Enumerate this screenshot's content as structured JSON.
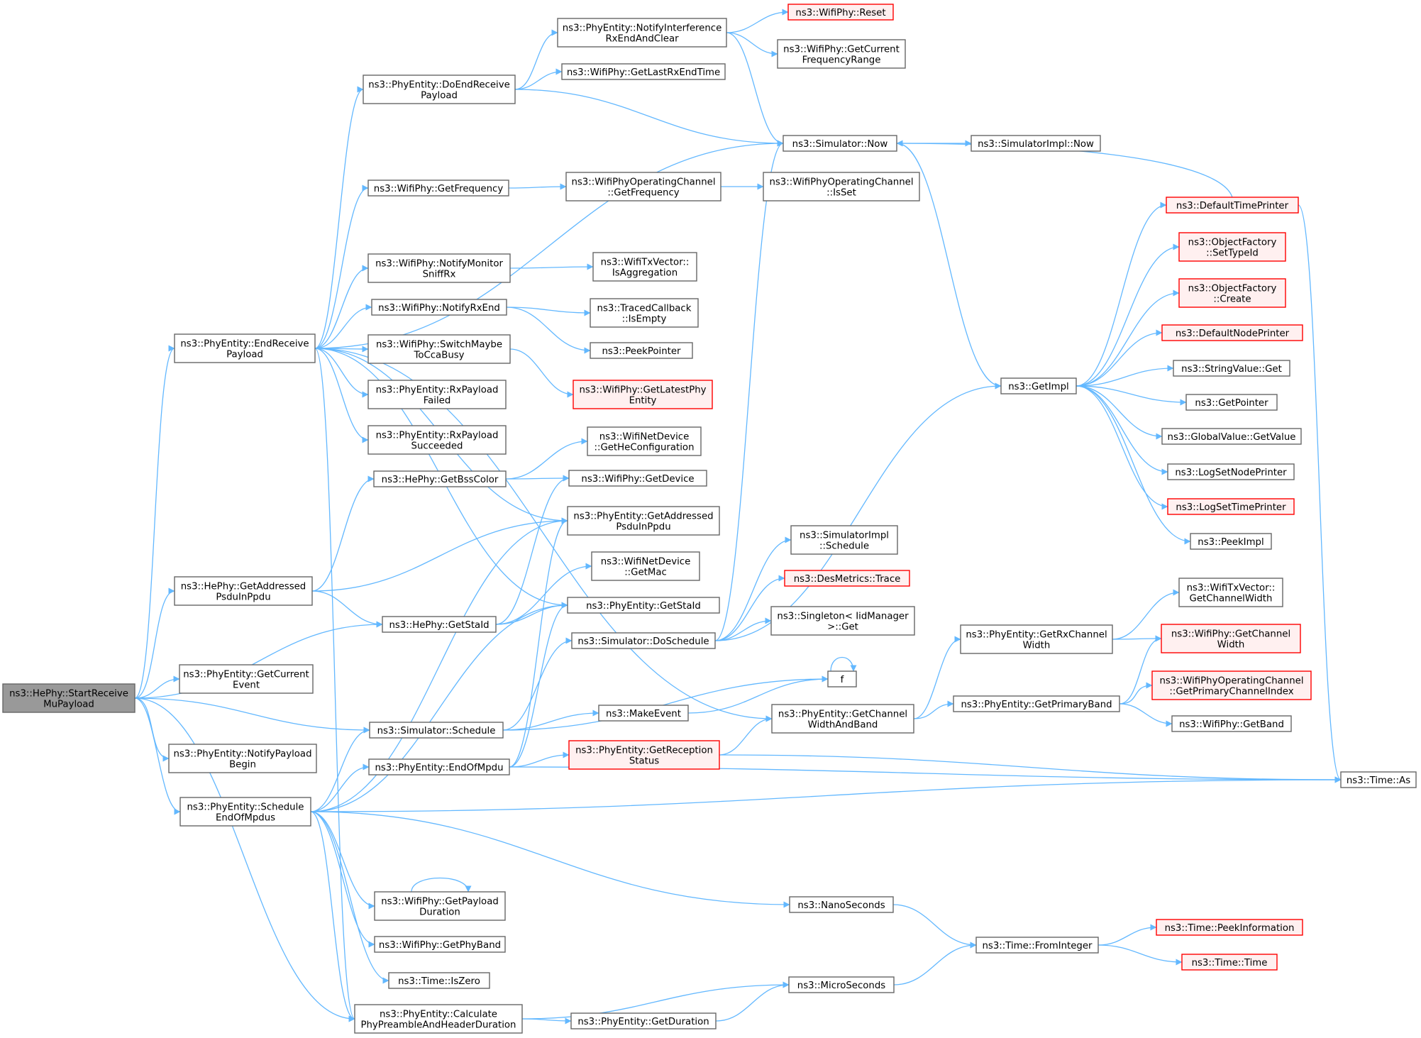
{
  "colors": {
    "edge": "#63b8ff",
    "node_border": "#666666",
    "truncated_border": "#ff0000",
    "truncated_fill": "#fff0f0",
    "root_fill": "#999999"
  },
  "nodes": [
    {
      "id": "n0",
      "lines": [
        "ns3::HePhy::StartReceive",
        "MuPayload"
      ],
      "style": "root"
    },
    {
      "id": "n1",
      "lines": [
        "ns3::PhyEntity::EndReceive",
        "Payload"
      ],
      "style": "normal"
    },
    {
      "id": "n2",
      "lines": [
        "ns3::HePhy::GetAddressed",
        "PsduInPpdu"
      ],
      "style": "normal"
    },
    {
      "id": "n3",
      "lines": [
        "ns3::HePhy::GetStaId"
      ],
      "style": "normal"
    },
    {
      "id": "n4",
      "lines": [
        "ns3::PhyEntity::GetCurrent",
        "Event"
      ],
      "style": "normal"
    },
    {
      "id": "n5",
      "lines": [
        "ns3::Simulator::Schedule"
      ],
      "style": "normal"
    },
    {
      "id": "n6",
      "lines": [
        "ns3::PhyEntity::NotifyPayload",
        "Begin"
      ],
      "style": "normal"
    },
    {
      "id": "n7",
      "lines": [
        "ns3::PhyEntity::Schedule",
        "EndOfMpdus"
      ],
      "style": "normal"
    },
    {
      "id": "n8",
      "lines": [
        "ns3::PhyEntity::Calculate",
        "PhyPreambleAndHeaderDuration"
      ],
      "style": "normal"
    },
    {
      "id": "n9",
      "lines": [
        "ns3::PhyEntity::DoEndReceive",
        "Payload"
      ],
      "style": "normal"
    },
    {
      "id": "n10",
      "lines": [
        "ns3::WifiPhy::GetFrequency"
      ],
      "style": "normal"
    },
    {
      "id": "n11",
      "lines": [
        "ns3::WifiPhy::NotifyMonitor",
        "SniffRx"
      ],
      "style": "normal"
    },
    {
      "id": "n12",
      "lines": [
        "ns3::WifiPhy::NotifyRxEnd"
      ],
      "style": "normal"
    },
    {
      "id": "n13",
      "lines": [
        "ns3::WifiPhy::SwitchMaybe",
        "ToCcaBusy"
      ],
      "style": "normal"
    },
    {
      "id": "n14",
      "lines": [
        "ns3::PhyEntity::RxPayload",
        "Failed"
      ],
      "style": "normal"
    },
    {
      "id": "n15",
      "lines": [
        "ns3::PhyEntity::RxPayload",
        "Succeeded"
      ],
      "style": "normal"
    },
    {
      "id": "n16",
      "lines": [
        "ns3::HePhy::GetBssColor"
      ],
      "style": "normal"
    },
    {
      "id": "n17",
      "lines": [
        "ns3::PhyEntity::EndOfMpdu"
      ],
      "style": "normal"
    },
    {
      "id": "n18",
      "lines": [
        "ns3::WifiPhy::GetPayload",
        "Duration"
      ],
      "style": "normal"
    },
    {
      "id": "n19",
      "lines": [
        "ns3::WifiPhy::GetPhyBand"
      ],
      "style": "normal"
    },
    {
      "id": "n20",
      "lines": [
        "ns3::Time::IsZero"
      ],
      "style": "normal"
    },
    {
      "id": "n21",
      "lines": [
        "ns3::PhyEntity::NotifyInterference",
        "RxEndAndClear"
      ],
      "style": "normal"
    },
    {
      "id": "n22",
      "lines": [
        "ns3::WifiPhy::GetLastRxEndTime"
      ],
      "style": "normal"
    },
    {
      "id": "n23",
      "lines": [
        "ns3::WifiPhyOperatingChannel",
        "::GetFrequency"
      ],
      "style": "normal"
    },
    {
      "id": "n24",
      "lines": [
        "ns3::WifiTxVector::",
        "IsAggregation"
      ],
      "style": "normal"
    },
    {
      "id": "n25",
      "lines": [
        "ns3::TracedCallback",
        "::IsEmpty"
      ],
      "style": "normal"
    },
    {
      "id": "n26",
      "lines": [
        "ns3::PeekPointer"
      ],
      "style": "normal"
    },
    {
      "id": "n27",
      "lines": [
        "ns3::WifiPhy::GetLatestPhy",
        "Entity"
      ],
      "style": "trunc"
    },
    {
      "id": "n28",
      "lines": [
        "ns3::WifiNetDevice",
        "::GetHeConfiguration"
      ],
      "style": "normal"
    },
    {
      "id": "n29",
      "lines": [
        "ns3::WifiPhy::GetDevice"
      ],
      "style": "normal"
    },
    {
      "id": "n30",
      "lines": [
        "ns3::PhyEntity::GetAddressed",
        "PsduInPpdu"
      ],
      "style": "normal"
    },
    {
      "id": "n31",
      "lines": [
        "ns3::WifiNetDevice",
        "::GetMac"
      ],
      "style": "normal"
    },
    {
      "id": "n32",
      "lines": [
        "ns3::PhyEntity::GetStaId"
      ],
      "style": "normal"
    },
    {
      "id": "n33",
      "lines": [
        "ns3::Simulator::DoSchedule"
      ],
      "style": "normal"
    },
    {
      "id": "n34",
      "lines": [
        "ns3::MakeEvent"
      ],
      "style": "normal"
    },
    {
      "id": "n35",
      "lines": [
        "ns3::PhyEntity::GetReception",
        "Status"
      ],
      "style": "trunc"
    },
    {
      "id": "n36",
      "lines": [
        "ns3::PhyEntity::GetDuration"
      ],
      "style": "normal"
    },
    {
      "id": "n37",
      "lines": [
        "ns3::WifiPhy::Reset"
      ],
      "style": "trunc"
    },
    {
      "id": "n38",
      "lines": [
        "ns3::WifiPhy::GetCurrent",
        "FrequencyRange"
      ],
      "style": "normal"
    },
    {
      "id": "n39",
      "lines": [
        "ns3::Simulator::Now"
      ],
      "style": "normal"
    },
    {
      "id": "n40",
      "lines": [
        "ns3::WifiPhyOperatingChannel",
        "::IsSet"
      ],
      "style": "normal"
    },
    {
      "id": "n41",
      "lines": [
        "ns3::SimulatorImpl",
        "::Schedule"
      ],
      "style": "normal"
    },
    {
      "id": "n42",
      "lines": [
        "ns3::DesMetrics::Trace"
      ],
      "style": "trunc"
    },
    {
      "id": "n43",
      "lines": [
        "ns3::Singleton< IidManager",
        ">::Get"
      ],
      "style": "normal"
    },
    {
      "id": "n44",
      "lines": [
        "f"
      ],
      "style": "normal"
    },
    {
      "id": "n45",
      "lines": [
        "ns3::PhyEntity::GetChannel",
        "WidthAndBand"
      ],
      "style": "normal"
    },
    {
      "id": "n46",
      "lines": [
        "ns3::NanoSeconds"
      ],
      "style": "normal"
    },
    {
      "id": "n47",
      "lines": [
        "ns3::MicroSeconds"
      ],
      "style": "normal"
    },
    {
      "id": "n48",
      "lines": [
        "ns3::SimulatorImpl::Now"
      ],
      "style": "normal"
    },
    {
      "id": "n49",
      "lines": [
        "ns3::GetImpl"
      ],
      "style": "normal"
    },
    {
      "id": "n50",
      "lines": [
        "ns3::PhyEntity::GetRxChannel",
        "Width"
      ],
      "style": "normal"
    },
    {
      "id": "n51",
      "lines": [
        "ns3::PhyEntity::GetPrimaryBand"
      ],
      "style": "normal"
    },
    {
      "id": "n52",
      "lines": [
        "ns3::Time::FromInteger"
      ],
      "style": "normal"
    },
    {
      "id": "n53",
      "lines": [
        "ns3::DefaultTimePrinter"
      ],
      "style": "trunc"
    },
    {
      "id": "n54",
      "lines": [
        "ns3::ObjectFactory",
        "::SetTypeId"
      ],
      "style": "trunc"
    },
    {
      "id": "n55",
      "lines": [
        "ns3::ObjectFactory",
        "::Create"
      ],
      "style": "trunc"
    },
    {
      "id": "n56",
      "lines": [
        "ns3::DefaultNodePrinter"
      ],
      "style": "trunc"
    },
    {
      "id": "n57",
      "lines": [
        "ns3::StringValue::Get"
      ],
      "style": "normal"
    },
    {
      "id": "n58",
      "lines": [
        "ns3::GetPointer"
      ],
      "style": "normal"
    },
    {
      "id": "n59",
      "lines": [
        "ns3::GlobalValue::GetValue"
      ],
      "style": "normal"
    },
    {
      "id": "n60",
      "lines": [
        "ns3::LogSetNodePrinter"
      ],
      "style": "normal"
    },
    {
      "id": "n61",
      "lines": [
        "ns3::LogSetTimePrinter"
      ],
      "style": "trunc"
    },
    {
      "id": "n62",
      "lines": [
        "ns3::PeekImpl"
      ],
      "style": "normal"
    },
    {
      "id": "n63",
      "lines": [
        "ns3::WifiTxVector::",
        "GetChannelWidth"
      ],
      "style": "normal"
    },
    {
      "id": "n64",
      "lines": [
        "ns3::WifiPhy::GetChannel",
        "Width"
      ],
      "style": "trunc"
    },
    {
      "id": "n65",
      "lines": [
        "ns3::WifiPhyOperatingChannel",
        "::GetPrimaryChannelIndex"
      ],
      "style": "trunc"
    },
    {
      "id": "n66",
      "lines": [
        "ns3::WifiPhy::GetBand"
      ],
      "style": "normal"
    },
    {
      "id": "n67",
      "lines": [
        "ns3::Time::PeekInformation"
      ],
      "style": "trunc"
    },
    {
      "id": "n68",
      "lines": [
        "ns3::Time::Time"
      ],
      "style": "trunc"
    },
    {
      "id": "n69",
      "lines": [
        "ns3::Time::As"
      ],
      "style": "normal"
    }
  ],
  "edges": [
    [
      "n0",
      "n1"
    ],
    [
      "n0",
      "n2"
    ],
    [
      "n0",
      "n3"
    ],
    [
      "n0",
      "n4"
    ],
    [
      "n0",
      "n5"
    ],
    [
      "n0",
      "n6"
    ],
    [
      "n0",
      "n7"
    ],
    [
      "n0",
      "n8"
    ],
    [
      "n1",
      "n9"
    ],
    [
      "n1",
      "n39"
    ],
    [
      "n1",
      "n10"
    ],
    [
      "n1",
      "n45"
    ],
    [
      "n1",
      "n11"
    ],
    [
      "n1",
      "n12"
    ],
    [
      "n1",
      "n13"
    ],
    [
      "n1",
      "n14"
    ],
    [
      "n1",
      "n15"
    ],
    [
      "n1",
      "n30"
    ],
    [
      "n1",
      "n32"
    ],
    [
      "n1",
      "n8"
    ],
    [
      "n2",
      "n16"
    ],
    [
      "n2",
      "n30"
    ],
    [
      "n2",
      "n3"
    ],
    [
      "n3",
      "n29"
    ],
    [
      "n3",
      "n31"
    ],
    [
      "n3",
      "n32"
    ],
    [
      "n5",
      "n33"
    ],
    [
      "n5",
      "n34"
    ],
    [
      "n5",
      "n44"
    ],
    [
      "n7",
      "n17"
    ],
    [
      "n7",
      "n18"
    ],
    [
      "n7",
      "n19"
    ],
    [
      "n7",
      "n20"
    ],
    [
      "n7",
      "n8"
    ],
    [
      "n7",
      "n46"
    ],
    [
      "n7",
      "n69"
    ],
    [
      "n7",
      "n30"
    ],
    [
      "n7",
      "n32"
    ],
    [
      "n7",
      "n5"
    ],
    [
      "n8",
      "n47"
    ],
    [
      "n8",
      "n36"
    ],
    [
      "n9",
      "n21"
    ],
    [
      "n9",
      "n22"
    ],
    [
      "n9",
      "n39"
    ],
    [
      "n10",
      "n23"
    ],
    [
      "n11",
      "n24"
    ],
    [
      "n12",
      "n25"
    ],
    [
      "n12",
      "n26"
    ],
    [
      "n13",
      "n27"
    ],
    [
      "n16",
      "n28"
    ],
    [
      "n16",
      "n29"
    ],
    [
      "n17",
      "n35"
    ],
    [
      "n17",
      "n69"
    ],
    [
      "n17",
      "n30"
    ],
    [
      "n17",
      "n32"
    ],
    [
      "n18",
      "n18"
    ],
    [
      "n21",
      "n37"
    ],
    [
      "n21",
      "n38"
    ],
    [
      "n21",
      "n39"
    ],
    [
      "n23",
      "n40"
    ],
    [
      "n33",
      "n39"
    ],
    [
      "n33",
      "n41"
    ],
    [
      "n33",
      "n42"
    ],
    [
      "n33",
      "n43"
    ],
    [
      "n33",
      "n49"
    ],
    [
      "n34",
      "n44"
    ],
    [
      "n44",
      "n44"
    ],
    [
      "n35",
      "n45"
    ],
    [
      "n35",
      "n69"
    ],
    [
      "n36",
      "n47"
    ],
    [
      "n39",
      "n48"
    ],
    [
      "n39",
      "n49"
    ],
    [
      "n45",
      "n50"
    ],
    [
      "n45",
      "n51"
    ],
    [
      "n46",
      "n52"
    ],
    [
      "n47",
      "n52"
    ],
    [
      "n49",
      "n53"
    ],
    [
      "n49",
      "n54"
    ],
    [
      "n49",
      "n55"
    ],
    [
      "n49",
      "n56"
    ],
    [
      "n49",
      "n57"
    ],
    [
      "n49",
      "n58"
    ],
    [
      "n49",
      "n59"
    ],
    [
      "n49",
      "n60"
    ],
    [
      "n49",
      "n61"
    ],
    [
      "n49",
      "n62"
    ],
    [
      "n53",
      "n39"
    ],
    [
      "n53",
      "n69"
    ],
    [
      "n50",
      "n63"
    ],
    [
      "n50",
      "n64"
    ],
    [
      "n51",
      "n64"
    ],
    [
      "n51",
      "n65"
    ],
    [
      "n51",
      "n66"
    ],
    [
      "n52",
      "n67"
    ],
    [
      "n52",
      "n68"
    ]
  ]
}
